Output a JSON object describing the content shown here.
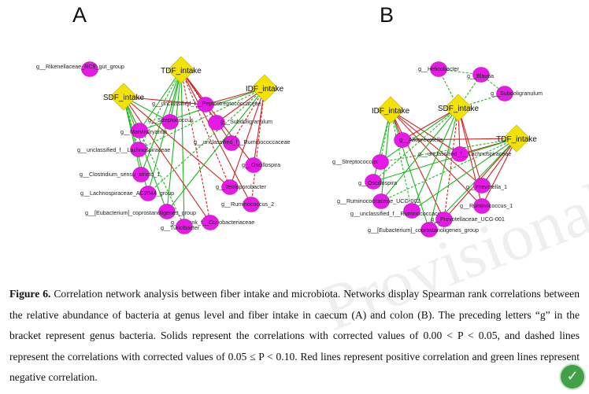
{
  "panels": [
    {
      "letter": "A",
      "nodes": [
        {
          "label": "g__Rikenellaceae_RC9_gut_group"
        },
        {
          "label": "g__unclassified_f__Peptostreptococcaceae"
        },
        {
          "label": "g__Streptococcus"
        },
        {
          "label": "g__Subdoligranulum"
        },
        {
          "label": "g__Marvinbryantia"
        },
        {
          "label": "g__unclassified_f__Ruminococcaceae"
        },
        {
          "label": "g__unclassified_f__Lachnospiraceae"
        },
        {
          "label": "g__Oscillospira"
        },
        {
          "label": "g__Clostridium_sensu_stricto_1"
        },
        {
          "label": "g__Terrisporobacter"
        },
        {
          "label": "g__Lachnospiraceae_AC2044_group"
        },
        {
          "label": "g__Ruminococcus_2"
        },
        {
          "label": "g__[Eubacterium]_coprostanoligenes_group"
        },
        {
          "label": "g__norank_f__Coriobacteriaceae"
        },
        {
          "label": "g__Turicibacter"
        }
      ],
      "diamonds": [
        {
          "label": "TDF_intake"
        },
        {
          "label": "SDF_intake"
        },
        {
          "label": "IDF_intake"
        }
      ]
    },
    {
      "letter": "B",
      "nodes": [
        {
          "label": "g__Helicobacter"
        },
        {
          "label": "g__Blautia"
        },
        {
          "label": "g__Subdoligranulum"
        },
        {
          "label": "g__Alloprevotella"
        },
        {
          "label": "g__unclassified_f__Lachnospiraceae"
        },
        {
          "label": "g__Streptococcus"
        },
        {
          "label": "g__Oscillospira"
        },
        {
          "label": "g__Prevotella_1"
        },
        {
          "label": "g__Ruminococcaceae_UCG-002"
        },
        {
          "label": "g__Ruminococcus_1"
        },
        {
          "label": "g__unclassified_f__Ruminococcaceae"
        },
        {
          "label": "g__Prevotellaceae_UCG-001"
        },
        {
          "label": "g__[Eubacterium]_coprostanoligenes_group"
        }
      ],
      "diamonds": [
        {
          "label": "IDF_intake"
        },
        {
          "label": "SDF_intake"
        },
        {
          "label": "TDF_intake"
        }
      ]
    }
  ],
  "colors": {
    "node_fill": "#e619e6",
    "diamond_fill": "#f2e205",
    "positive_edge": "#d42020",
    "negative_edge": "#1db81d"
  },
  "caption": {
    "label": "Figure 6.",
    "text": "Correlation network analysis between fiber intake and microbiota. Networks display Spearman rank correlations between the relative abundance of bacteria at genus level and fiber intake in caecum (A) and colon (B). The preceding letters “g” in the bracket represent genus bacteria. Solids represent the correlations with corrected values of 0.00 < P < 0.05, and dashed lines represent the correlations with corrected values of 0.05 ≤ P < 0.10. Red lines represent positive correlation and green lines represent negative correlation."
  },
  "watermark": "Provisional",
  "badge_icon": "leaf-check-icon"
}
